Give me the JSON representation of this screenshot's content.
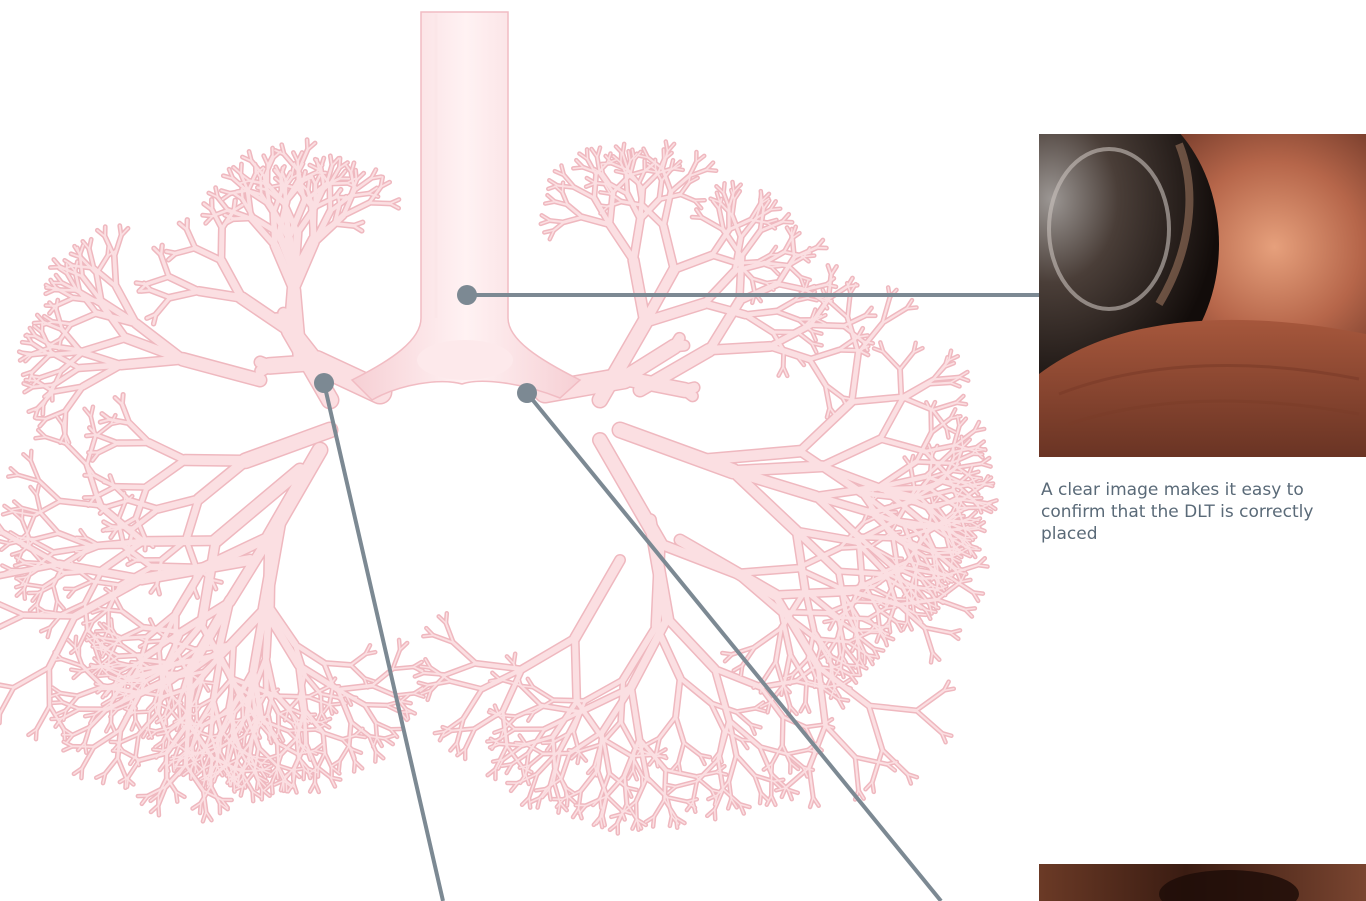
{
  "caption": {
    "text": "A clear image makes it easy to\nconfirm that the DLT is correctly\nplaced"
  },
  "colors": {
    "airway_fill": "#fbdfe2",
    "airway_stroke": "#f1bcc3",
    "leader_line": "#7c8993",
    "caption_text": "#5a6a78"
  },
  "callouts": [
    {
      "name": "trachea"
    },
    {
      "name": "right-main-bronchus"
    },
    {
      "name": "left-main-bronchus"
    }
  ]
}
